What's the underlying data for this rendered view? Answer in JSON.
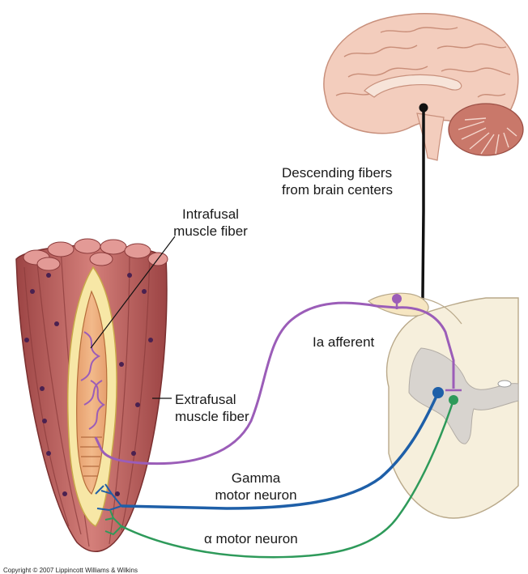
{
  "labels": {
    "descending_fibers_line1": "Descending fibers",
    "descending_fibers_line2": "from brain centers",
    "intrafusal_line1": "Intrafusal",
    "intrafusal_line2": "muscle fiber",
    "ia_afferent": "Ia afferent",
    "extrafusal_line1": "Extrafusal",
    "extrafusal_line2": "muscle fiber",
    "gamma_line1": "Gamma",
    "gamma_line2": "motor neuron",
    "alpha": "α motor neuron",
    "copyright": "Copyright © 2007 Lippincott Williams & Wilkins"
  },
  "colors": {
    "ia_afferent": "#9b5db8",
    "gamma_motor_neuron": "#1e5fa8",
    "alpha_motor_neuron": "#2e9a5a",
    "descending_fibers": "#111111",
    "muscle": "#b85a5a",
    "brain": "#f2c9b8",
    "spinal_cord": "#f4ead8"
  }
}
